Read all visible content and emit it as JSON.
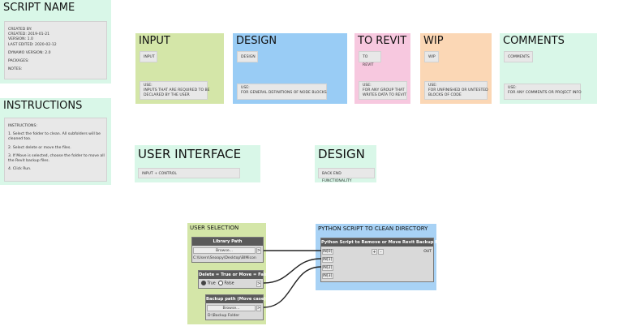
{
  "groups": {
    "script_name": {
      "title": "SCRIPT NAME",
      "lines": [
        "CREATED BY:",
        "CREATED: 2019-01-21",
        "VERSION: 1.0",
        "LAST EDITED: 2020-02-12",
        "",
        "DYNAMO VERSION: 2.0",
        "",
        "PACKAGES:",
        "",
        "NOTES:"
      ]
    },
    "instructions": {
      "title": "INSTRUCTIONS",
      "lines": [
        "INSTRUCTIONS:",
        "",
        "1. Select the folder to clean. All subfolders will be",
        "cleaned too.",
        "",
        "2. Select delete or move the files.",
        "",
        "3. If Move is selected, choose the folder to move all",
        "the Revit backup files.",
        "",
        "4. Click Run."
      ]
    },
    "input": {
      "title": "INPUT",
      "tag": "INPUT",
      "use_lines": [
        "USE:",
        "INPUTS THAT ARE REQUIRED TO BE",
        "DECLARED BY THE USER"
      ]
    },
    "design": {
      "title": "DESIGN",
      "tag": "DESIGN",
      "use_lines": [
        "USE:",
        "FOR GENERAL DEFINITIONS OF NODE BLOCKS"
      ]
    },
    "to_revit": {
      "title": "TO REVIT",
      "tag": "TO REVIT",
      "use_lines": [
        "USE:",
        "FOR ANY GROUP THAT",
        "WRITES DATA TO REVIT"
      ]
    },
    "wip": {
      "title": "WIP",
      "tag": "WIP",
      "use_lines": [
        "USE:",
        "FOR UNFINISHED OR UNTESTED",
        "BLOCKS OF CODE"
      ]
    },
    "comments": {
      "title": "COMMENTS",
      "tag": "COMMENTS",
      "use_lines": [
        "USE:",
        "FOR ANY COMMENTS OR PROJECT INFO"
      ]
    },
    "user_interface": {
      "title": "USER INTERFACE",
      "note": "INPUT + CONTROL"
    },
    "design2": {
      "title": "DESIGN",
      "note": "BACK END FUNCTIONALITY"
    },
    "user_selection": {
      "title": "USER SELECTION"
    },
    "python_group": {
      "title": "PYTHON SCRIPT TO CLEAN DIRECTORY"
    }
  },
  "nodes": {
    "library_path": {
      "title": "Library Path",
      "browse": "Browse...",
      "port": ">",
      "path": "C:\\Users\\Snoopy\\Desktop\\BIMicon"
    },
    "delete_move": {
      "title": "Delete = True or Move = False",
      "true_label": "True",
      "false_label": "False",
      "port": ">"
    },
    "backup_path": {
      "title": "Backup path (Move case)",
      "browse": "Browse...",
      "port": ">",
      "path": "D:\\Backup Folder"
    },
    "python": {
      "title": "Python Script to Remove or Move Revit Backup Files",
      "inputs": [
        "IN[0]",
        "IN[1]",
        "IN[2]",
        "IN[3]"
      ],
      "output": "OUT",
      "plus": "+",
      "minus": "-"
    }
  },
  "colors": {
    "mint": "#d9f7e8",
    "green": "#d4e6a8",
    "blue": "#99ccf5",
    "pink": "#f7c8df",
    "orange": "#fbd7b5",
    "python_blue": "#a8d2f5",
    "wire": "#222222"
  }
}
